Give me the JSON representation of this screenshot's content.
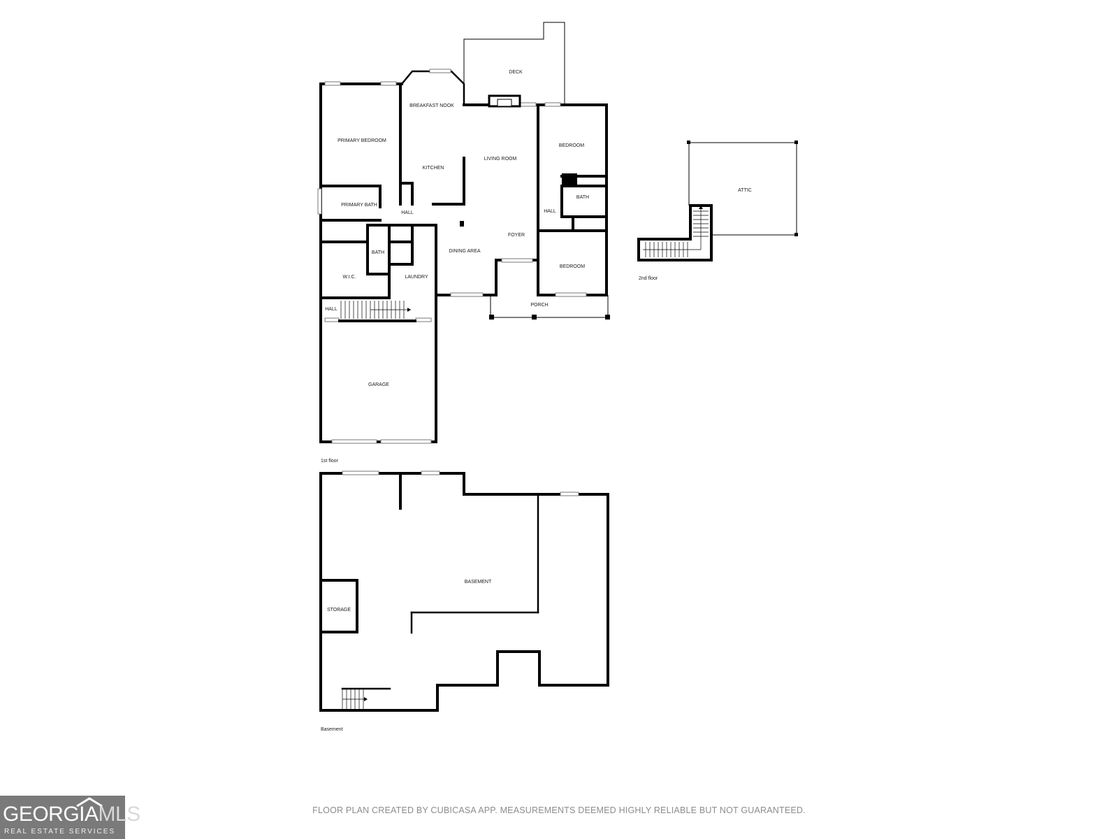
{
  "floors": {
    "first": {
      "caption": "1st floor",
      "rooms": {
        "deck": "DECK",
        "breakfast_nook": "BREAKFAST NOOK",
        "primary_bedroom": "PRIMARY BEDROOM",
        "kitchen": "KITCHEN",
        "living_room": "LIVING ROOM",
        "bedroom_1": "BEDROOM",
        "primary_bath": "PRIMARY BATH",
        "hall_center": "HALL",
        "bath_right": "BATH",
        "hall_right": "HALL",
        "foyer": "FOYER",
        "bath_mid": "BATH",
        "dining_area": "DINING AREA",
        "wic": "W.I.C.",
        "laundry": "LAUNDRY",
        "bedroom_2": "BEDROOM",
        "porch": "PORCH",
        "hall_lower": "HALL",
        "garage": "GARAGE"
      }
    },
    "second": {
      "caption": "2nd floor",
      "rooms": {
        "attic": "ATTIC"
      }
    },
    "basement": {
      "caption": "Basement",
      "rooms": {
        "basement": "BASEMENT",
        "storage": "STORAGE"
      }
    }
  },
  "footer_note": "FLOOR PLAN CREATED BY CUBICASA APP. MEASUREMENTS DEEMED HIGHLY RELIABLE BUT NOT GUARANTEED.",
  "logo": {
    "name_bold": "GEORGIA",
    "name_light": "MLS",
    "tagline": "REAL ESTATE SERVICES",
    "color": "#7a7a7a"
  }
}
